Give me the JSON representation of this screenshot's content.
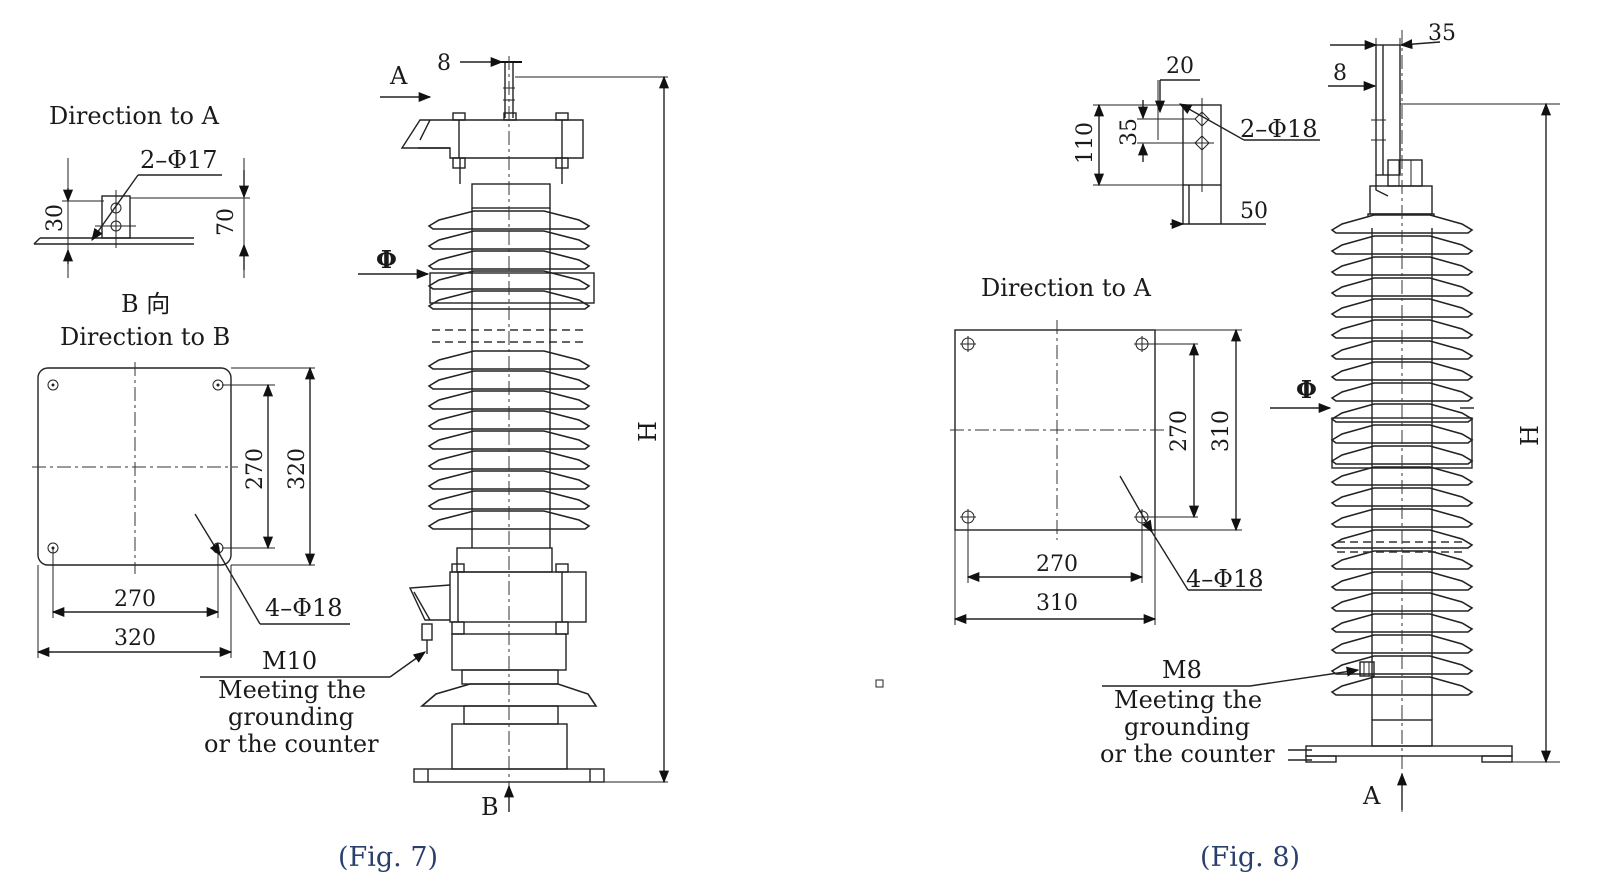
{
  "fig7": {
    "caption": "(Fig. 7)",
    "direction_a": "Direction to A",
    "hole_a": "2–Φ17",
    "dim_30": "30",
    "dim_70": "70",
    "b_direction_cn": "B 向",
    "direction_b": "Direction to B",
    "dim_270_v": "270",
    "dim_320_v": "320",
    "dim_270_h": "270",
    "dim_320_h": "320",
    "holes_b": "4–Φ18",
    "terminal_width": "8",
    "arrow_a": "A",
    "arrow_b": "B",
    "diameter": "Φ",
    "height": "H",
    "bolt": "M10",
    "ground_1": "Meeting the",
    "ground_2": "grounding",
    "ground_3": "or the counter"
  },
  "fig8": {
    "caption": "(Fig. 8)",
    "dim_20": "20",
    "dim_110": "110",
    "dim_35_v": "35",
    "holes_bracket": "2–Φ18",
    "dim_50": "50",
    "direction_a": "Direction to A",
    "dim_270_v": "270",
    "dim_310_v": "310",
    "dim_270_h": "270",
    "dim_310_h": "310",
    "holes_base": "4–Φ18",
    "dim_35_top": "35",
    "dim_8": "8",
    "diameter": "Φ",
    "height": "H",
    "arrow_a": "A",
    "bolt": "M8",
    "ground_1": "Meeting the",
    "ground_2": "grounding",
    "ground_3": "or the counter"
  }
}
